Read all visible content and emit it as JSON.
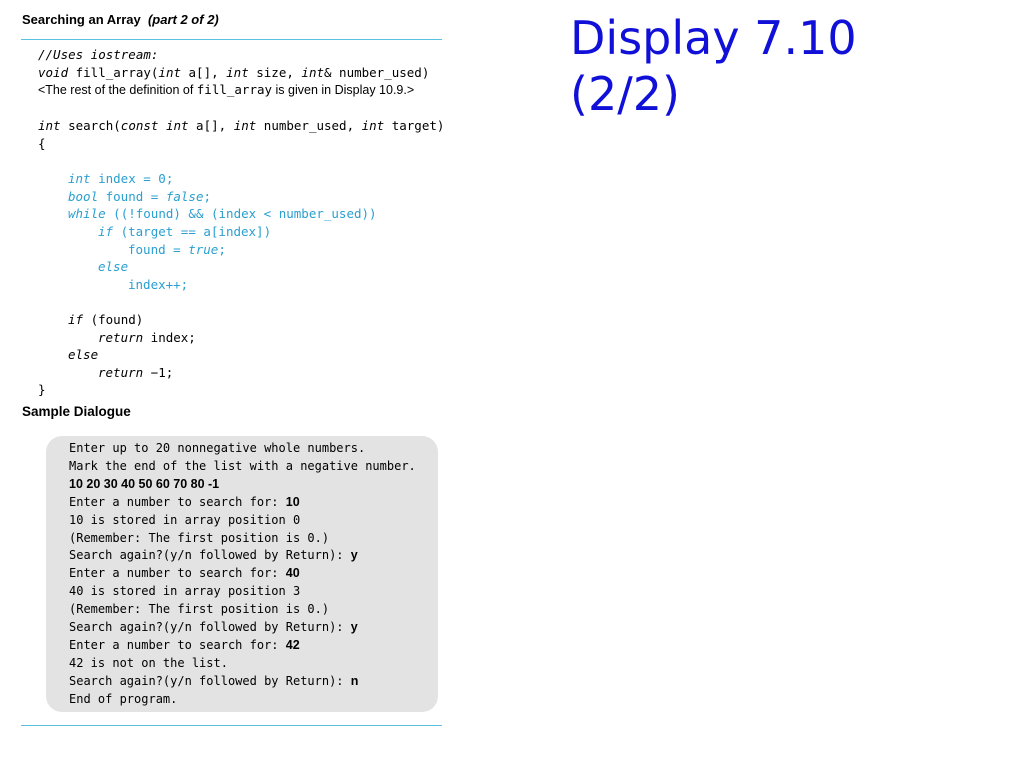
{
  "display": {
    "heading_main": "Searching an Array",
    "heading_sub": "(part 2 of 2)",
    "section_sample": "Sample Dialogue"
  },
  "code": {
    "l1": "//Uses iostream:",
    "l2_kw1": "void",
    "l2_a": " fill_array(",
    "l2_kw2": "int",
    "l2_b": " a[], ",
    "l2_kw3": "int",
    "l2_c": " size, ",
    "l2_kw4": "int",
    "l2_d": "& number_used)",
    "l3_a": "<The rest of the definition of ",
    "l3_code": "fill_array",
    "l3_b": " is given in Display 10.9.>",
    "l4_kw1": "int",
    "l4_a": " search(",
    "l4_kw2": "const int",
    "l4_b": " a[], ",
    "l4_kw3": "int",
    "l4_c": " number_used, ",
    "l4_kw4": "int",
    "l4_d": " target)",
    "l5": "{",
    "l6_kw": "int",
    "l6_a": " index = 0;",
    "l7_kw": "bool",
    "l7_a": " found = ",
    "l7_kw2": "false",
    "l7_b": ";",
    "l8_kw": "while",
    "l8_a": " ((!found) && (index < number_used))",
    "l9_kw": "if",
    "l9_a": " (target == a[index])",
    "l10_a": "found = ",
    "l10_kw": "true",
    "l10_b": ";",
    "l11_kw": "else",
    "l12": "index++;",
    "l13_kw": "if",
    "l13_a": " (found)",
    "l14_kw": "return",
    "l14_a": " index;",
    "l15_kw": "else",
    "l16_kw": "return",
    "l16_a": " −1;",
    "l17": "}"
  },
  "dialogue": {
    "d1": "Enter up to 20 nonnegative whole numbers.",
    "d2": "Mark the end of the list with a negative number.",
    "d3_in": "10 20 30 40 50 60 70 80 -1",
    "d4": "Enter a number to search for: ",
    "d4_in": "10",
    "d5": "10 is stored in array position 0",
    "d6": "(Remember: The first position is 0.)",
    "d7": "Search again?(y/n followed by Return): ",
    "d7_in": "y",
    "d8": "Enter a number to search for: ",
    "d8_in": "40",
    "d9": "40 is stored in array position 3",
    "d10": "(Remember: The first position is 0.)",
    "d11": "Search again?(y/n followed by Return): ",
    "d11_in": "y",
    "d12": "Enter a number to search for: ",
    "d12_in": "42",
    "d13": "42 is not on the list.",
    "d14": "Search again?(y/n followed by Return): ",
    "d14_in": "n",
    "d15": "End of program."
  },
  "slide": {
    "title_line1": "Display 7.10",
    "title_line2": "(2/2)"
  },
  "colors": {
    "rule": "#58c2e0",
    "highlight_code": "#2a9fd0",
    "title": "#1010d8",
    "dialog_bg": "#e3e3e3"
  }
}
